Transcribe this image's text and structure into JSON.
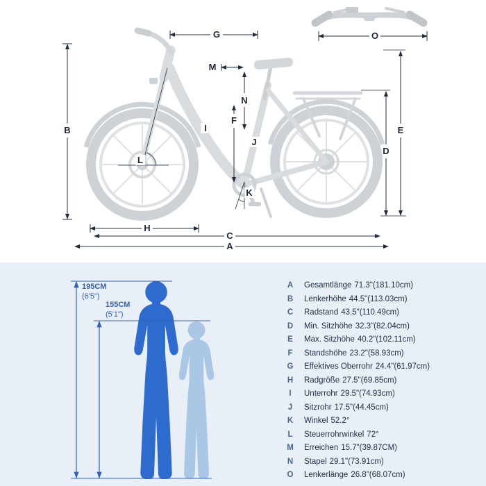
{
  "colors": {
    "panel_bg": "#e9eff6",
    "dimension_line": "#202c3c",
    "bike_silhouette": "#d8dcdf",
    "figure_dark_blue": "#2e6bce",
    "figure_light_blue": "#aac8e6",
    "accent_blue": "#2e63b8"
  },
  "diagram": {
    "letters": {
      "A": "A",
      "B": "B",
      "C": "C",
      "D": "D",
      "E": "E",
      "F": "F",
      "G": "G",
      "H": "H",
      "I": "I",
      "J": "J",
      "K": "K",
      "L": "L",
      "M": "M",
      "N": "N",
      "O": "O"
    }
  },
  "figures": {
    "tall": {
      "cm": "195CM",
      "ft": "(6'5\")"
    },
    "short": {
      "cm": "155CM",
      "ft": "(5'1\")"
    }
  },
  "legend": {
    "rows": [
      {
        "letter": "A",
        "name": "Gesamtlänge",
        "value": "71.3\"(181.10cm)"
      },
      {
        "letter": "B",
        "name": "Lenkerhöhe",
        "value": "44.5\"(113.03cm)"
      },
      {
        "letter": "C",
        "name": "Radstand",
        "value": "43.5\"(110.49cm)"
      },
      {
        "letter": "D",
        "name": "Min. Sitzhöhe",
        "value": "32.3\"(82.04cm)"
      },
      {
        "letter": "E",
        "name": "Max. Sitzhöhe",
        "value": "40.2\"(102.11cm)"
      },
      {
        "letter": "F",
        "name": "Standshöhe",
        "value": "23.2\"(58.93cm)"
      },
      {
        "letter": "G",
        "name": "Effektives Oberrohr",
        "value": "24.4\"(61.97cm)"
      },
      {
        "letter": "H",
        "name": "Radgröße",
        "value": "27.5\"(69.85cm)"
      },
      {
        "letter": "I",
        "name": "Unterrohr",
        "value": "29.5\"(74.93cm)"
      },
      {
        "letter": "J",
        "name": "Sitzrohr",
        "value": "17.5\"(44.45cm)"
      },
      {
        "letter": "K",
        "name": "Winkel",
        "value": "52.2°"
      },
      {
        "letter": "L",
        "name": "Steuerrohrwinkel",
        "value": "72°"
      },
      {
        "letter": "M",
        "name": "Erreichen",
        "value": "15.7\"(39.87CM)"
      },
      {
        "letter": "N",
        "name": "Stapel",
        "value": "29.1\"(73.91cm)"
      },
      {
        "letter": "O",
        "name": "Lenkerlänge",
        "value": "26.8\"(68.07cm)"
      }
    ]
  }
}
